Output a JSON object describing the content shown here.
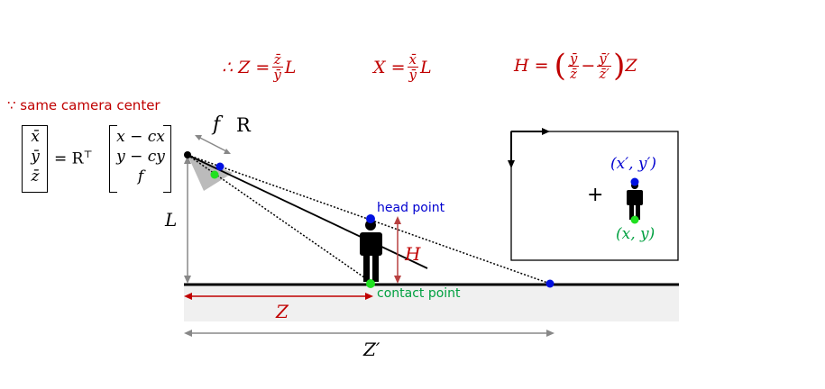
{
  "formulas": {
    "therefore": "∴",
    "z_eq": {
      "lhs": "Z =",
      "num": "z̄",
      "den": "ȳ",
      "tail": "L"
    },
    "x_eq": {
      "lhs": "X =",
      "num": "x̄",
      "den": "ȳ",
      "tail": "L"
    },
    "h_eq": {
      "lhs": "H =",
      "num1": "ȳ",
      "den1": "z̄",
      "minus": "−",
      "num2": "ȳ′",
      "den2": "z̄′",
      "tail": "Z"
    }
  },
  "because_text": "∵ same camera center",
  "matrix": {
    "left_col": [
      "x̄",
      "ȳ",
      "z̄"
    ],
    "equals": "= R",
    "transpose": "⊤",
    "right_col": [
      "x − cx",
      "y − cy",
      "f"
    ]
  },
  "labels": {
    "f": "f",
    "R": "R",
    "L": "L",
    "H": "H",
    "Z": "Z",
    "Z_prime": "Z′",
    "head_point": "head point",
    "contact_point": "contact point",
    "image_top_coord": "(x′, y′)",
    "image_bottom_coord": "(x, y)",
    "plus": "+"
  },
  "colors": {
    "red": "#c00000",
    "blue": "#0000d0",
    "green": "#00a040",
    "ground": "#f0f0f0",
    "gray": "#888888"
  }
}
